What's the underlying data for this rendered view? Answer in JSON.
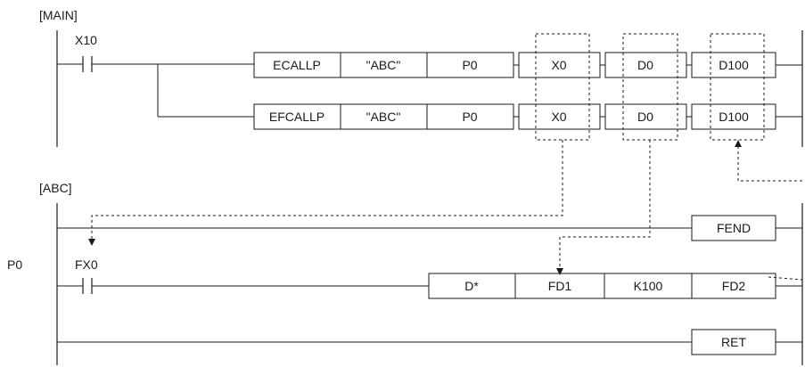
{
  "main_program": {
    "title": "[MAIN]",
    "contact": "X10",
    "rung1": [
      "ECALLP",
      "\"ABC\"",
      "P0",
      "X0",
      "D0",
      "D100"
    ],
    "rung2": [
      "EFCALLP",
      "\"ABC\"",
      "P0",
      "X0",
      "D0",
      "D100"
    ]
  },
  "subroutine": {
    "title": "[ABC]",
    "pointer": "P0",
    "contact": "FX0",
    "fend": "FEND",
    "instruction": [
      "D*",
      "FD1",
      "K100",
      "FD2"
    ],
    "ret": "RET"
  },
  "colors": {
    "line": "#1a1a1a",
    "dashed": "#1a1a1a"
  }
}
